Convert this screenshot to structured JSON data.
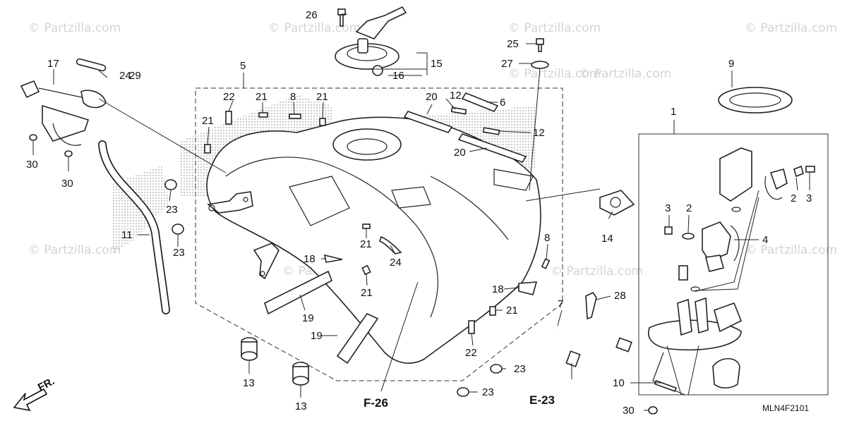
{
  "diagram": {
    "code": "MLN4F2101",
    "watermark": "© Partzilla.com",
    "front_arrow_label": "FR.",
    "refs": {
      "f26": "F-26",
      "e23": "E-23"
    },
    "callouts": {
      "c1": "1",
      "c2a": "2",
      "c2b": "2",
      "c3a": "3",
      "c3b": "3",
      "c4": "4",
      "c5": "5",
      "c6": "6",
      "c7": "7",
      "c8a": "8",
      "c8b": "8",
      "c9": "9",
      "c10": "10",
      "c11": "11",
      "c12a": "12",
      "c12b": "12",
      "c13a": "13",
      "c13b": "13",
      "c14": "14",
      "c15": "15",
      "c16": "16",
      "c17": "17",
      "c18a": "18",
      "c18b": "18",
      "c19a": "19",
      "c19b": "19",
      "c20a": "20",
      "c20b": "20",
      "c21a": "21",
      "c21b": "21",
      "c21c": "21",
      "c21d": "21",
      "c21e": "21",
      "c21f": "21",
      "c22a": "22",
      "c22b": "22",
      "c23a": "23",
      "c23b": "23",
      "c23c": "23",
      "c23d": "23",
      "c24a": "24",
      "c24b": "24",
      "c25": "25",
      "c26": "26",
      "c27": "27",
      "c28": "28",
      "c29": "29",
      "c30a": "30",
      "c30b": "30",
      "c30c": "30"
    }
  }
}
